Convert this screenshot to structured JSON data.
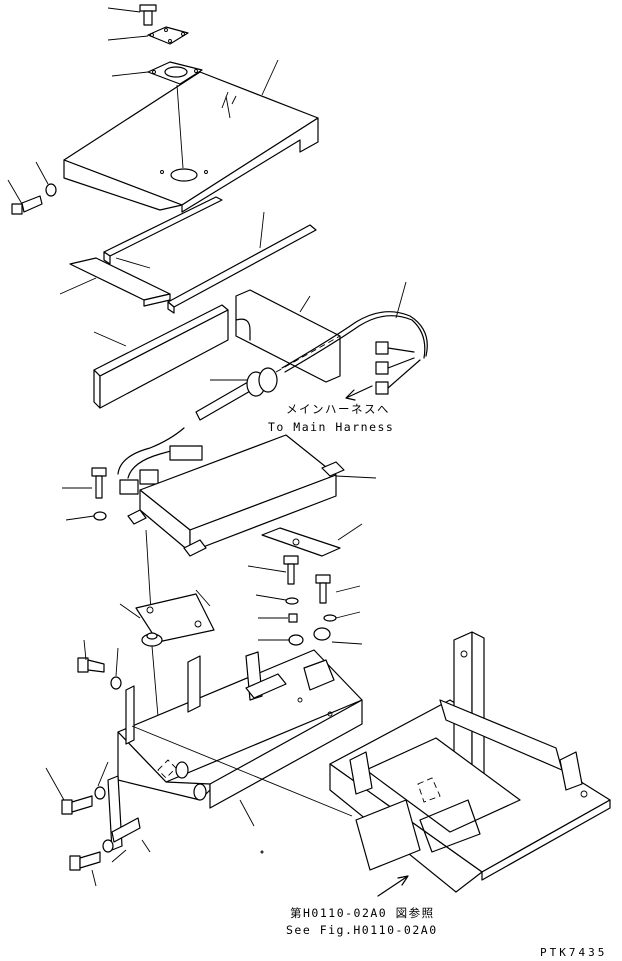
{
  "annotations": {
    "main_harness_jp": "メインハーネスへ",
    "main_harness_en": "To Main Harness",
    "see_fig_jp": "第H0110-02A0 図参照",
    "see_fig_en": "See Fig.H0110-02A0",
    "drawing_code": "PTK7435"
  },
  "colors": {
    "line": "#000000",
    "background": "#ffffff"
  }
}
